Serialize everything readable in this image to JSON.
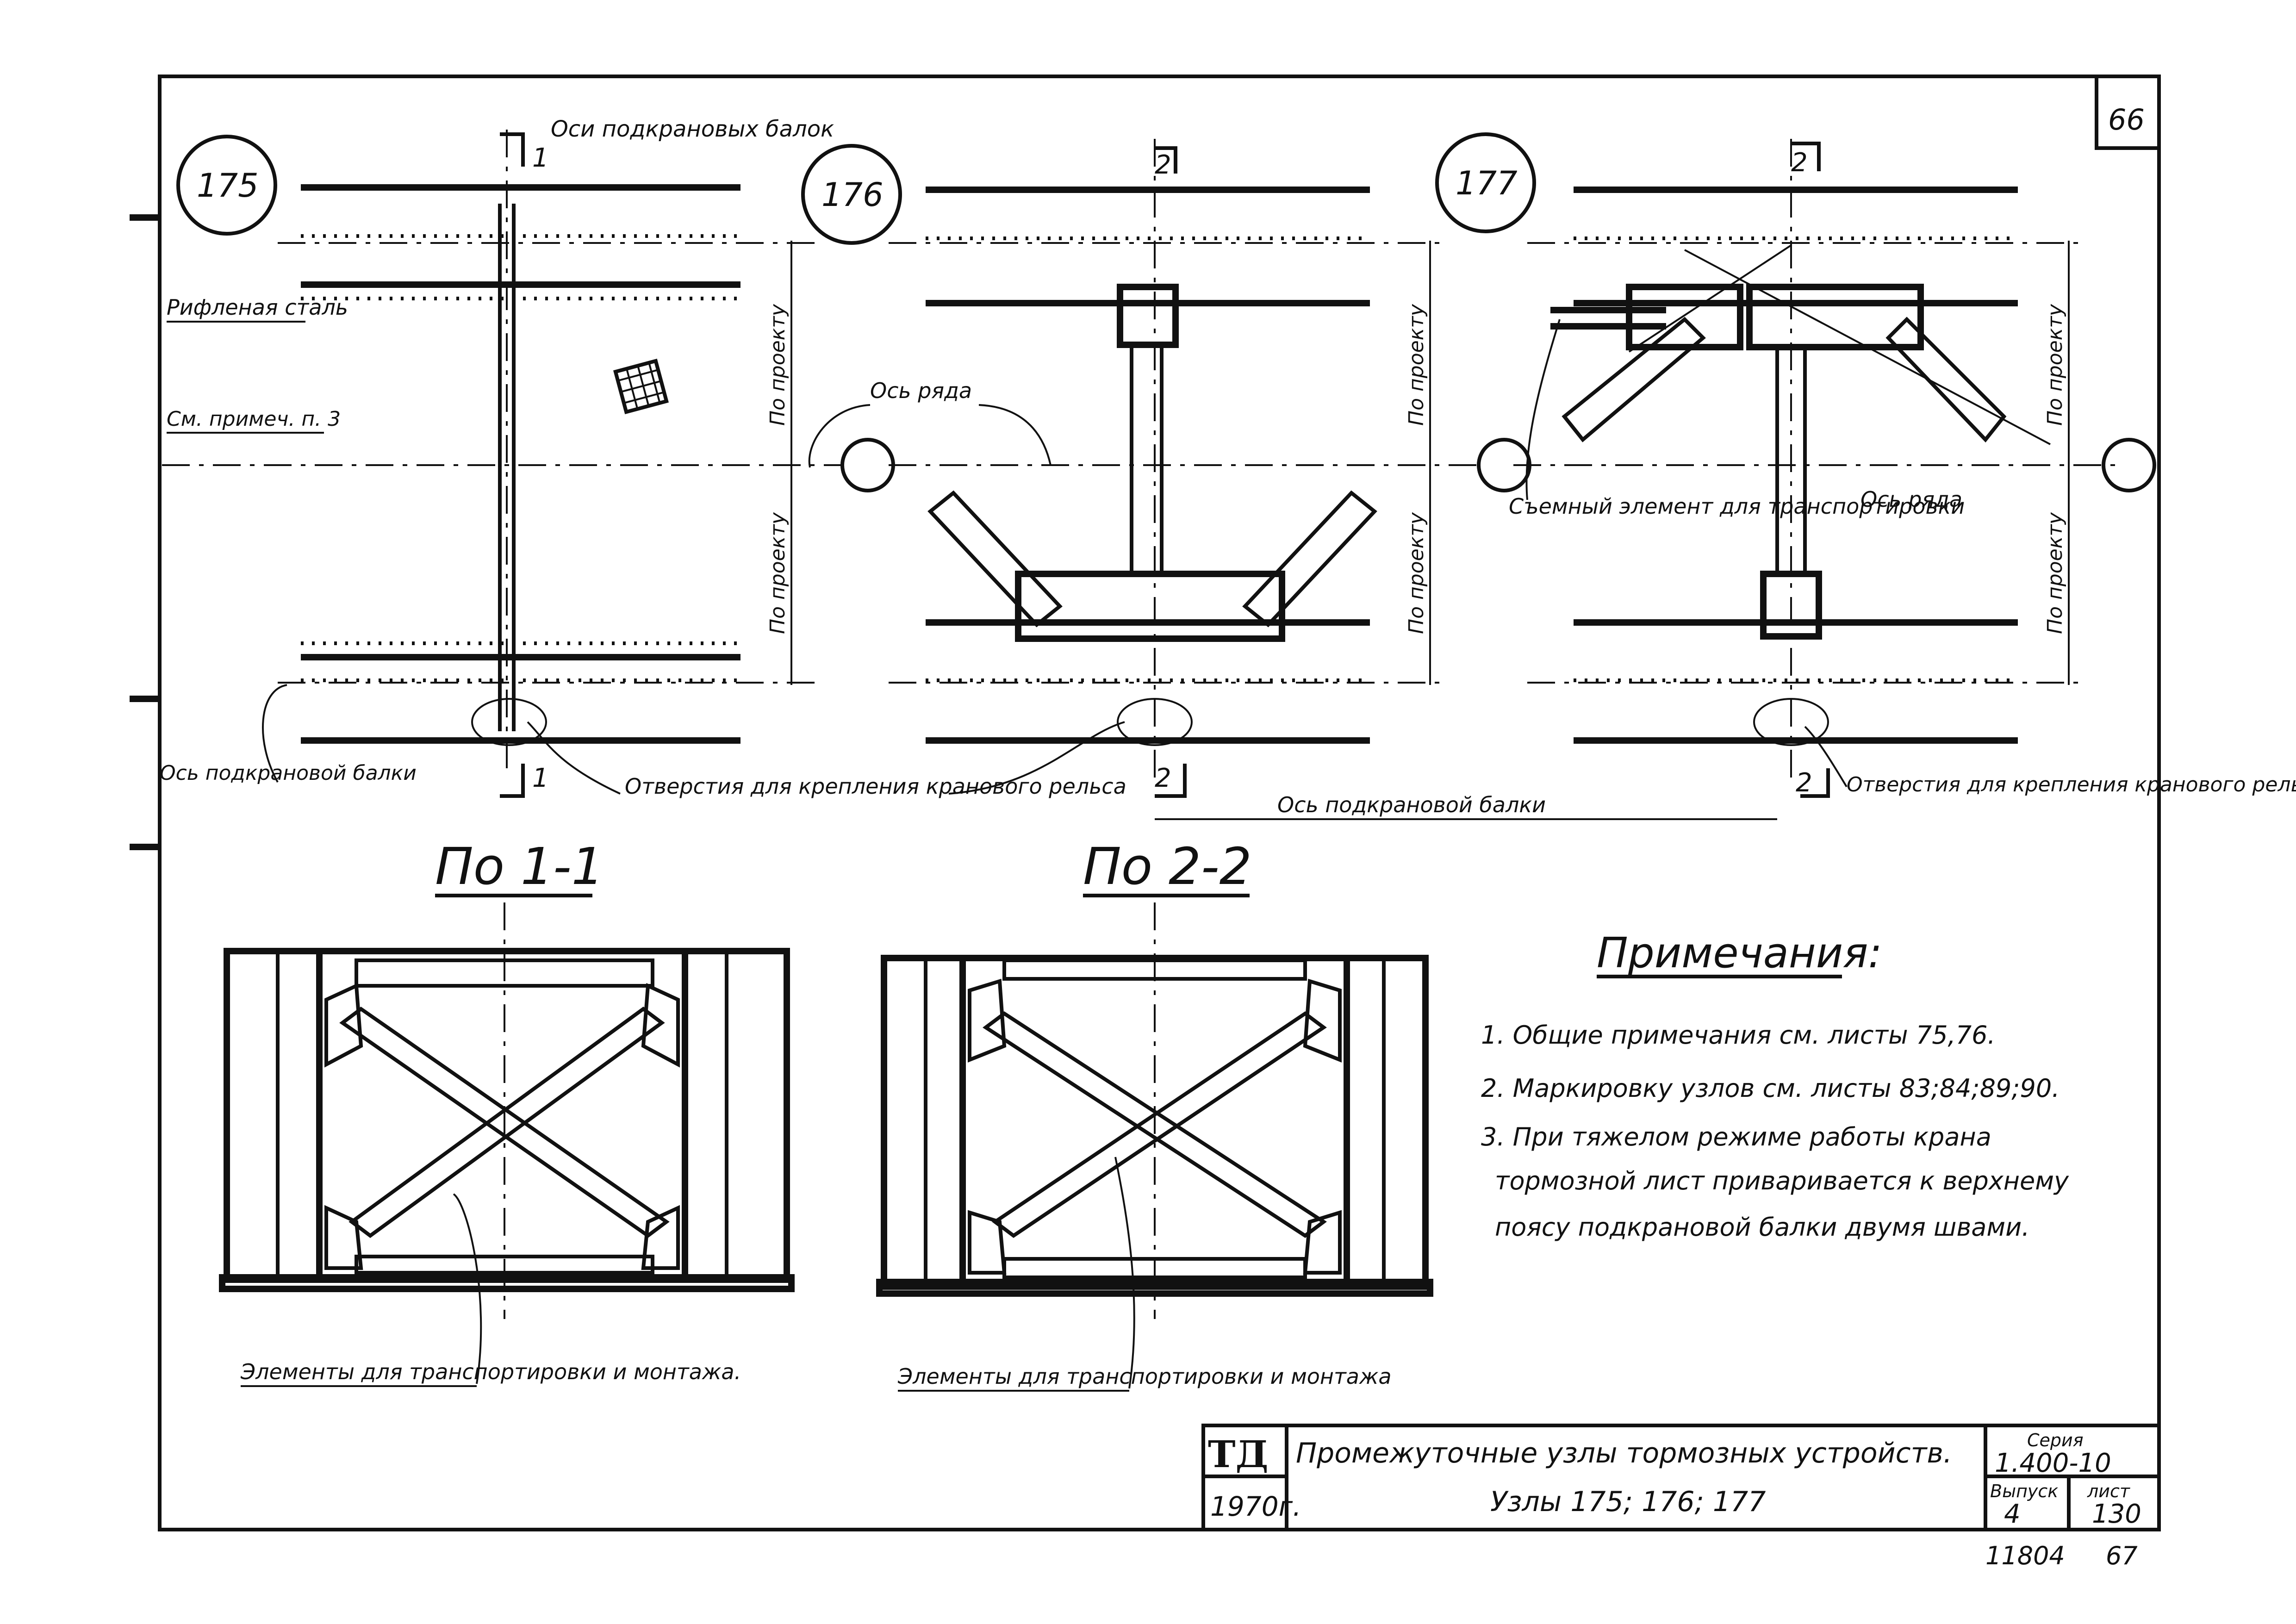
{
  "sheet_number": "66",
  "nodes": [
    "175",
    "176",
    "177"
  ],
  "labels": {
    "crane_beam_axes": "Оси подкрановых балок",
    "corrugated_steel": "Рифленая сталь",
    "see_note": "См. примеч. п. 3",
    "crane_beam_axis_left": "Ось подкрановой балки",
    "row_axis_176": "Ось ряда",
    "row_axis_177": "Ось ряда",
    "holes_rail_center": "Отверстия для крепления кранового рельса",
    "holes_rail_right": "Отверстия для крепления кранового рельса",
    "crane_beam_axis_bottom": "Ось подкрановой балки",
    "removable_element": "Съемный элемент для транспортировки",
    "per_design": "По проекту",
    "elements_transport_left": "Элементы для транспортировки и монтажа.",
    "elements_transport_right": "Элементы для транспортировки и монтажа"
  },
  "section_marks": {
    "s1": "1",
    "s2": "2"
  },
  "views": {
    "section_1": "По 1-1",
    "section_2": "По 2-2"
  },
  "notes": {
    "title": "Примечания:",
    "items": [
      "1. Общие примечания см. листы 75,76.",
      "2. Маркировку узлов см. листы 83;84;89;90.",
      "3. При тяжелом режиме работы крана",
      "тормозной лист приваривается к верхнему",
      "поясу подкрановой балки двумя швами."
    ]
  },
  "title_block": {
    "logo": "ТД",
    "year": "1970г.",
    "title_line1": "Промежуточные узлы тормозных устройств.",
    "title_line2": "Узлы 175; 176; 177",
    "series_label": "Серия",
    "series_value": "1.400-10",
    "issue_label": "Выпуск",
    "issue_value": "4",
    "sheet_label": "лист",
    "sheet_value": "130",
    "footer_left": "11804",
    "footer_right": "67"
  }
}
